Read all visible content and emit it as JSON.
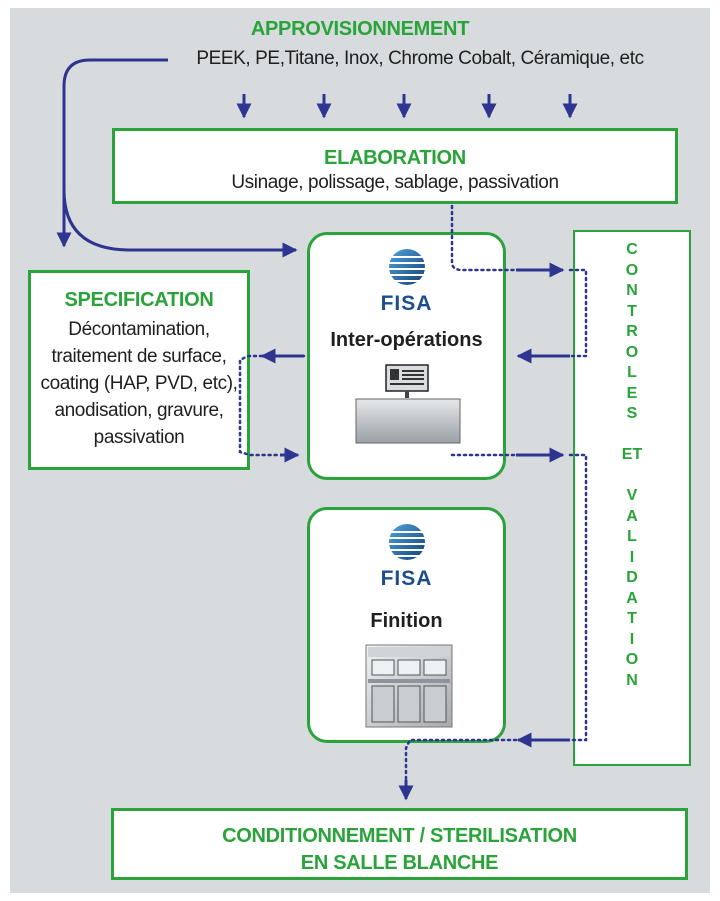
{
  "approvisionnement": {
    "title": "APPROVISIONNEMENT",
    "materials": "PEEK, PE,Titane, Inox, Chrome Cobalt, Céramique, etc"
  },
  "elaboration": {
    "title": "ELABORATION",
    "text": "Usinage, polissage, sablage, passivation"
  },
  "specification": {
    "title": "SPECIFICATION",
    "lines": [
      "Décontamination,",
      "traitement de surface,",
      "coating (HAP, PVD, etc),",
      "anodisation, gravure,",
      "passivation"
    ]
  },
  "inter_operations": {
    "logo_text": "FISA",
    "label": "Inter-opérations",
    "icon": "computer-workstation-icon"
  },
  "finition": {
    "logo_text": "FISA",
    "label": "Finition",
    "icon": "cleanroom-cabinet-icon"
  },
  "controles": {
    "letters": [
      "C",
      "O",
      "N",
      "T",
      "R",
      "O",
      "L",
      "E",
      "S",
      "",
      "ET",
      "",
      "V",
      "A",
      "L",
      "I",
      "D",
      "A",
      "T",
      "I",
      "O",
      "N"
    ]
  },
  "conditionnement": {
    "line1": "CONDITIONNEMENT / STERILISATION",
    "line2": "EN SALLE BLANCHE"
  },
  "colors": {
    "background": "#d7dbdd",
    "box_border": "#2aa33a",
    "title_green": "#2aa33a",
    "arrow_blue": "#2d3591",
    "logo_blue": "#1d4e8c"
  }
}
